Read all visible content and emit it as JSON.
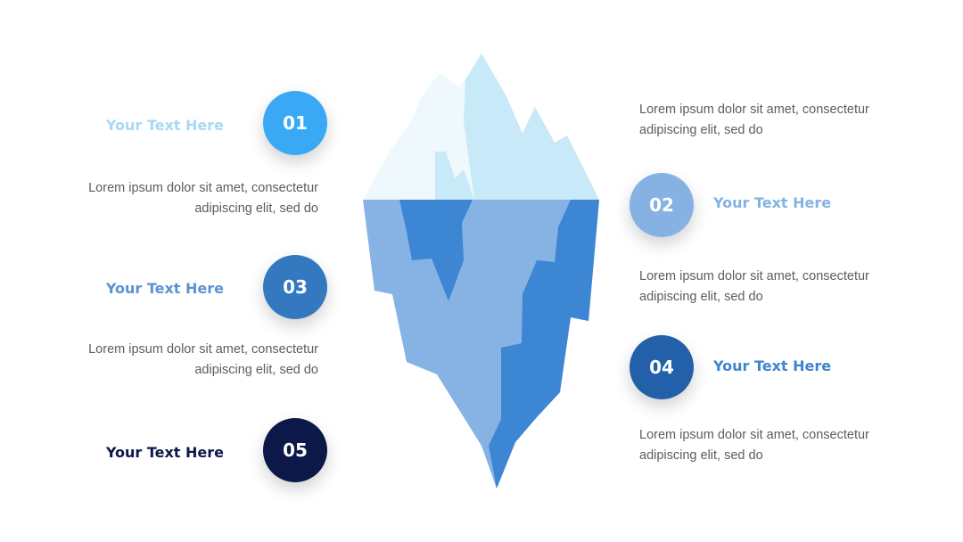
{
  "colors": {
    "step1": "#3aa9f5",
    "step2": "#86b2e3",
    "step3": "#3478c0",
    "step4": "#2260a9",
    "step5": "#0c1848",
    "title1": "#a9d8f5",
    "title2": "#86b2e3",
    "title3": "#5a93cf",
    "title4": "#3f85cf",
    "title5": "#0c1848"
  },
  "steps": [
    {
      "number": "01",
      "title": "Your Text Here",
      "body_line1": "Lorem ipsum dolor sit amet, consectetur",
      "body_line2": "adipiscing elit, sed do"
    },
    {
      "number": "02",
      "title": "Your Text Here",
      "body_line1": "Lorem ipsum dolor sit amet, consectetur",
      "body_line2": "adipiscing elit, sed do"
    },
    {
      "number": "03",
      "title": "Your Text Here",
      "body_line1": "Lorem ipsum dolor sit amet, consectetur",
      "body_line2": "adipiscing elit, sed do"
    },
    {
      "number": "04",
      "title": "Your Text Here",
      "body_line1": "Lorem ipsum dolor sit amet, consectetur",
      "body_line2": "adipiscing elit, sed do"
    },
    {
      "number": "05",
      "title": "Your Text Here"
    }
  ],
  "iceberg_colors": {
    "tip_light": "#eef8fd",
    "tip_shade": "#c8e9f7",
    "under_light": "#86b3e3",
    "under_dark": "#3d86d3"
  }
}
